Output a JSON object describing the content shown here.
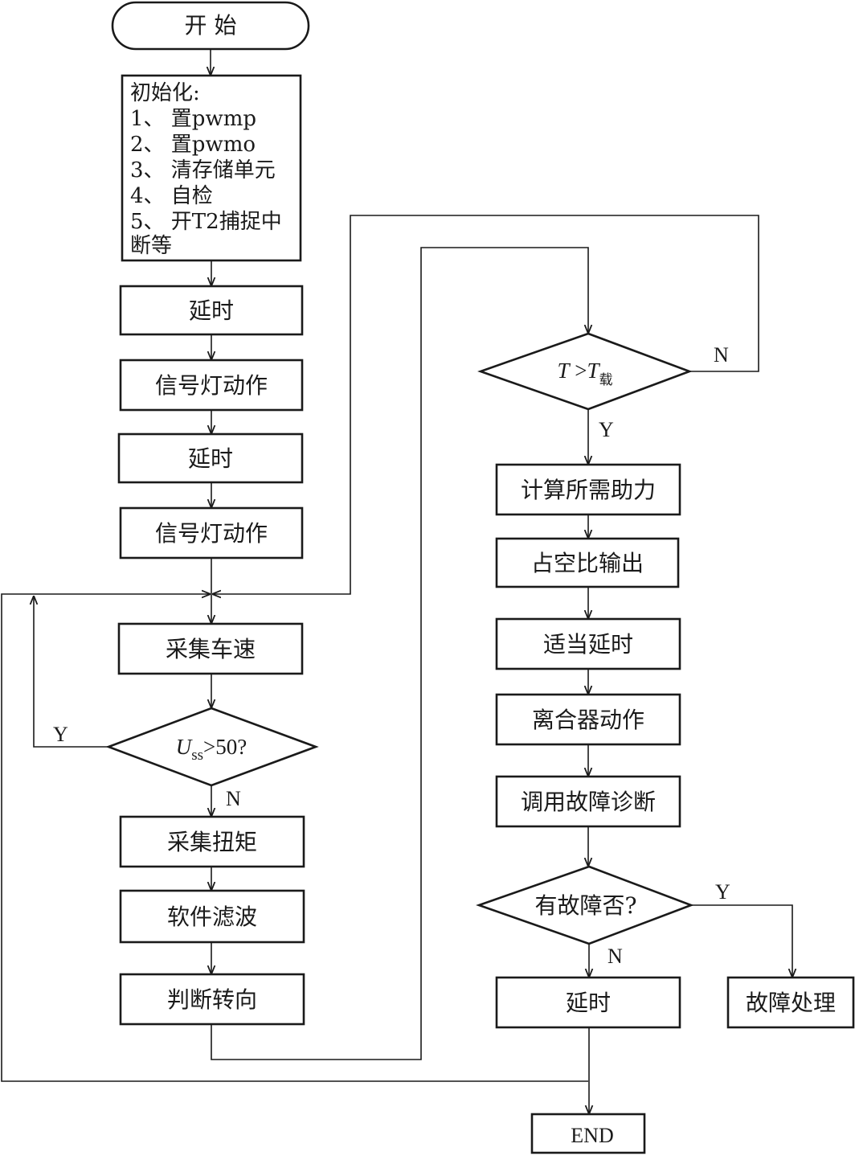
{
  "flowchart": {
    "start": "开 始",
    "init": {
      "title": "初始化:",
      "items": [
        "1、 置pwmp",
        "2、 置pwmo",
        "3、 清存储单元",
        "4、 自检",
        "5、 开T2捕捉中",
        "断等"
      ]
    },
    "delay_1": "延时",
    "signal_lamp_1": "信号灯动作",
    "delay_2": "延时",
    "signal_lamp_2": "信号灯动作",
    "collect_speed": "采集车速",
    "speed_check": {
      "var": "U",
      "sub": "ss",
      "cond": ">50?"
    },
    "collect_torque": "采集扭矩",
    "software_filter": "软件滤波",
    "judge_steering": "判断转向",
    "torque_check": {
      "var": "T",
      "op": " >",
      "var2": "T",
      "sub": "载"
    },
    "compute_assist": "计算所需助力",
    "duty_output": "占空比输出",
    "proper_delay": "适当延时",
    "clutch_action": "离合器动作",
    "call_diagnosis": "调用故障诊断",
    "fault_check": "有故障否?",
    "delay_3": "延时",
    "fault_handling": "故障处理",
    "end": "END",
    "labels": {
      "yes": "Y",
      "no": "N"
    }
  }
}
